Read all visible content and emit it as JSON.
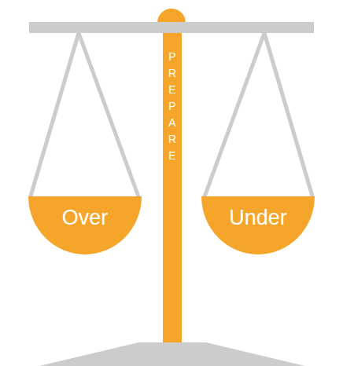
{
  "diagram": {
    "nodes": [
      {
        "text": [
          "Over"
        ]
      },
      {
        "text": [
          "PREPARE"
        ]
      },
      {
        "text": [
          "Under"
        ]
      }
    ]
  }
}
